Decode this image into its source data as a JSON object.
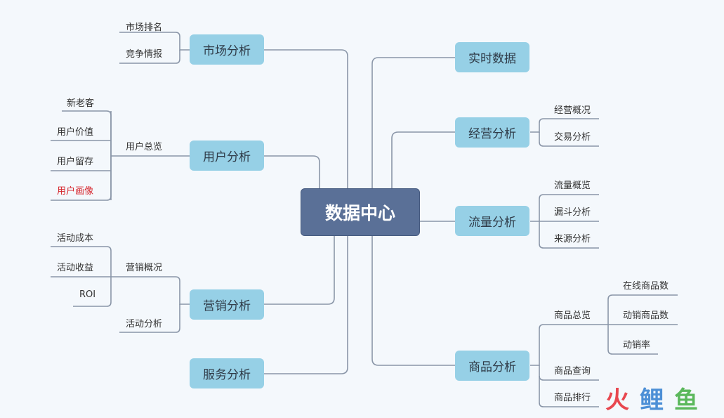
{
  "center": {
    "label": "数据中心"
  },
  "left": {
    "market": {
      "label": "市场分析",
      "children": [
        "市场排名",
        "竞争情报"
      ]
    },
    "user": {
      "label": "用户分析",
      "sub": "用户总览",
      "children": [
        "新老客",
        "用户价值",
        "用户留存",
        "用户画像"
      ]
    },
    "marketing": {
      "label": "营销分析",
      "sub1": "营销概况",
      "sub2": "活动分析",
      "children": [
        "活动成本",
        "活动收益",
        "ROI"
      ]
    },
    "service": {
      "label": "服务分析"
    }
  },
  "right": {
    "realtime": {
      "label": "实时数据"
    },
    "business": {
      "label": "经营分析",
      "children": [
        "经营概况",
        "交易分析"
      ]
    },
    "traffic": {
      "label": "流量分析",
      "children": [
        "流量概览",
        "漏斗分析",
        "来源分析"
      ]
    },
    "product": {
      "label": "商品分析",
      "sub": "商品总览",
      "sub_children": [
        "在线商品数",
        "动销商品数",
        "动销率"
      ],
      "children": [
        "商品查询",
        "商品排行"
      ]
    }
  },
  "watermark": {
    "chars": [
      "火",
      "鲤",
      "鱼"
    ],
    "colors": [
      "#e8474f",
      "#4c8fd6",
      "#5bb85c"
    ]
  },
  "colors": {
    "line": "#8a96a8",
    "node": "#96d0e6",
    "center": "#5a7097",
    "highlight": "#d6262d"
  }
}
